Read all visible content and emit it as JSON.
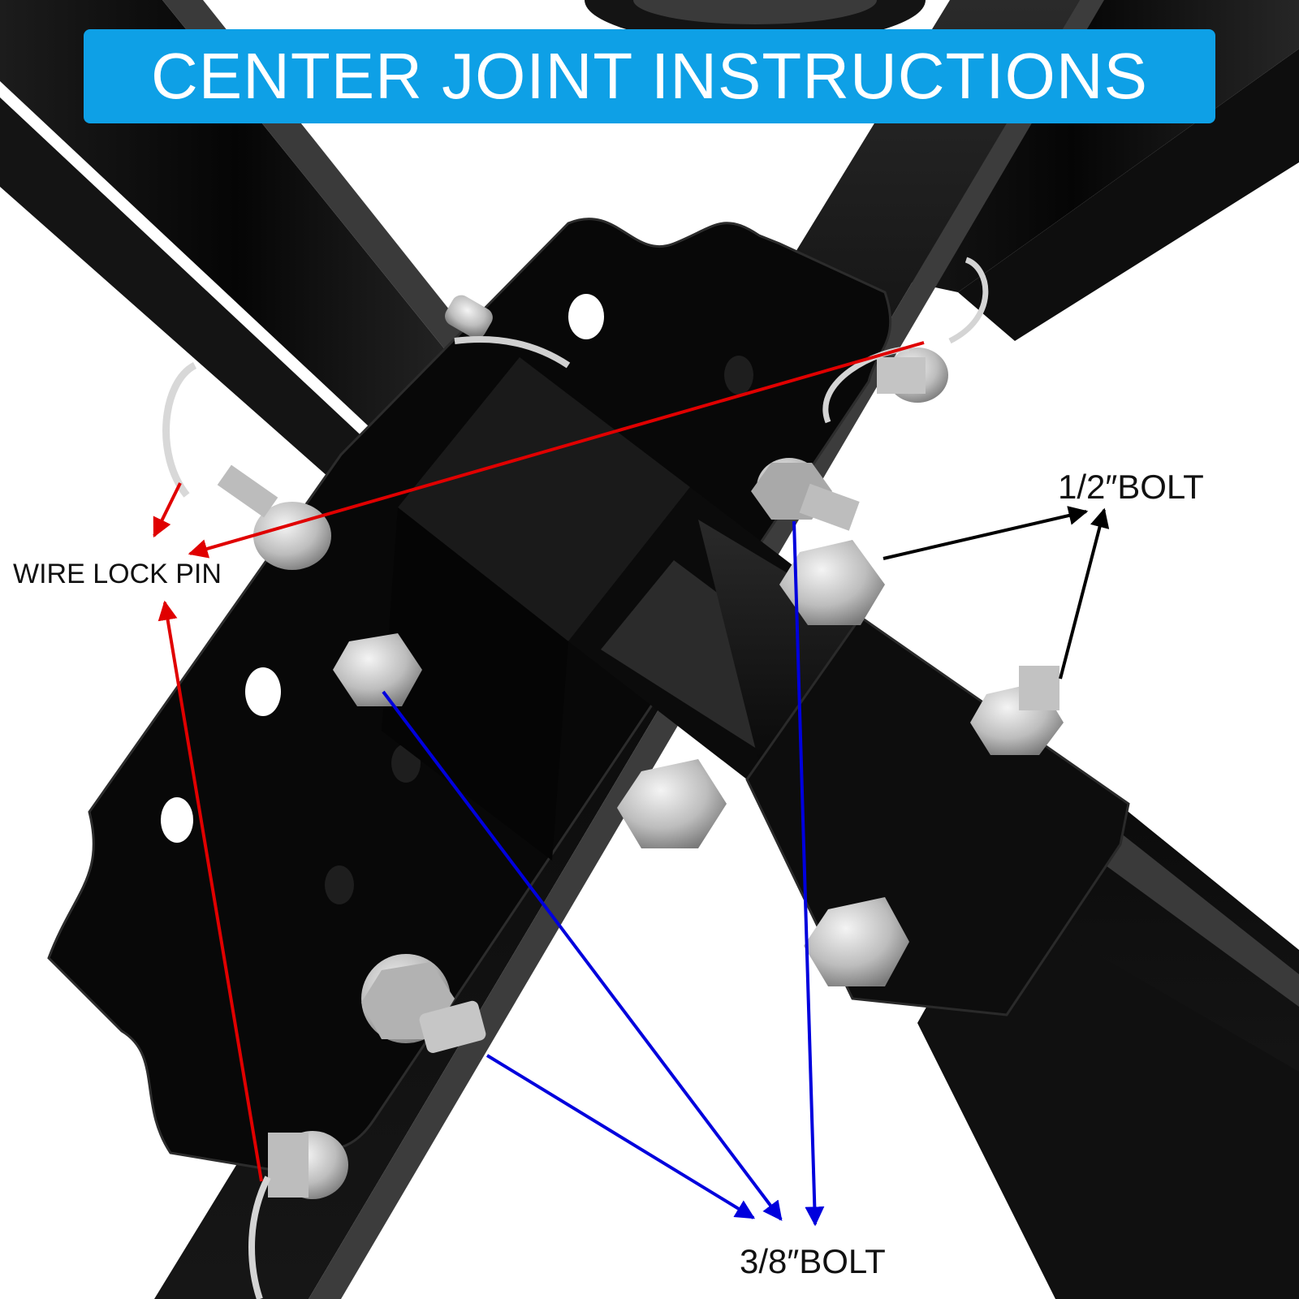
{
  "banner": {
    "title": "CENTER JOINT INSTRUCTIONS",
    "color": "#0ea0e6"
  },
  "callouts": {
    "wire_lock_pin": "WIRE LOCK PIN",
    "half_inch_bolt": "1/2″BOLT",
    "three_eighths_bolt": "3/8″BOLT"
  },
  "arrow_colors": {
    "wire_lock_pin": "#e00000",
    "half_inch_bolt": "#000000",
    "three_eighths_bolt": "#0000dd"
  },
  "photo": {
    "subject_icon": "tow-dolly-center-joint-photo",
    "steel_color": "#0c0c0c",
    "hardware_color": "#c9c9c9"
  }
}
